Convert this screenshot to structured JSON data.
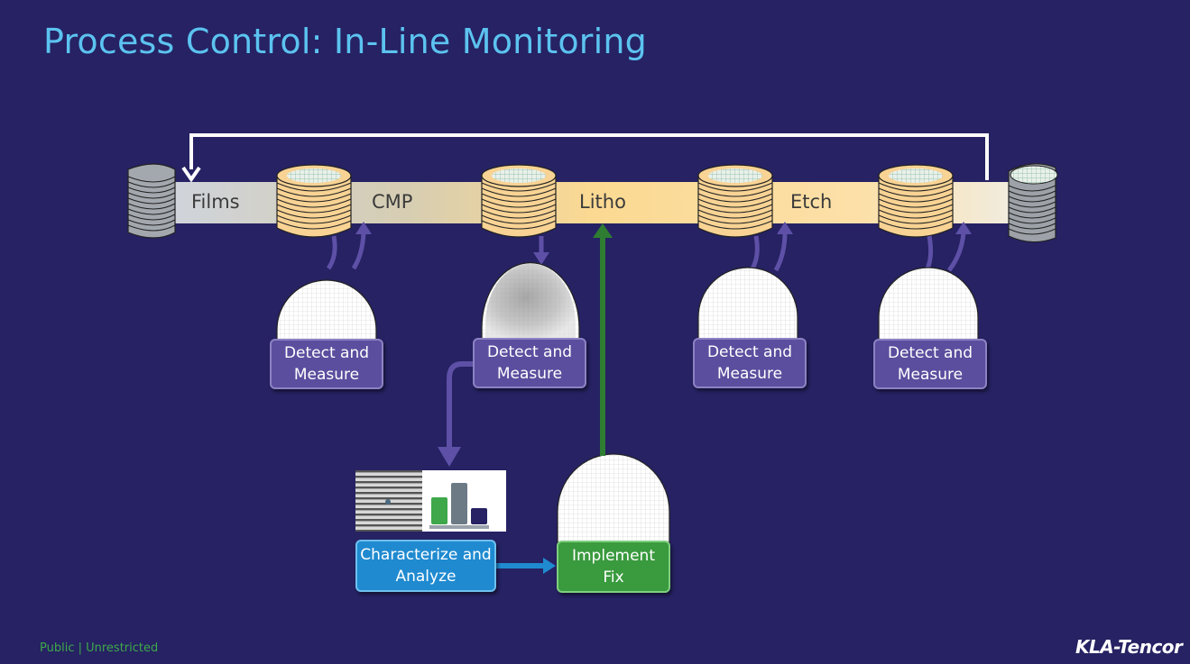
{
  "slide": {
    "title": "Process Control: In-Line Monitoring"
  },
  "stages": [
    "Films",
    "CMP",
    "Litho",
    "Etch"
  ],
  "detect_boxes": [
    "Detect and\nMeasure",
    "Detect and\nMeasure",
    "Detect and\nMeasure",
    "Detect and\nMeasure"
  ],
  "characterize_box": "Characterize and\nAnalyze",
  "fix_box": "Implement\nFix",
  "footer": {
    "classification": "Public | Unrestricted"
  },
  "logo": {
    "text": "KLA-Tencor"
  },
  "colors": {
    "background": "#262263",
    "title": "#5cc3f0",
    "detect": "#5b4e9e",
    "characterize": "#1f8ad0",
    "fix": "#3a9a3e",
    "footer": "#3ea84b"
  }
}
